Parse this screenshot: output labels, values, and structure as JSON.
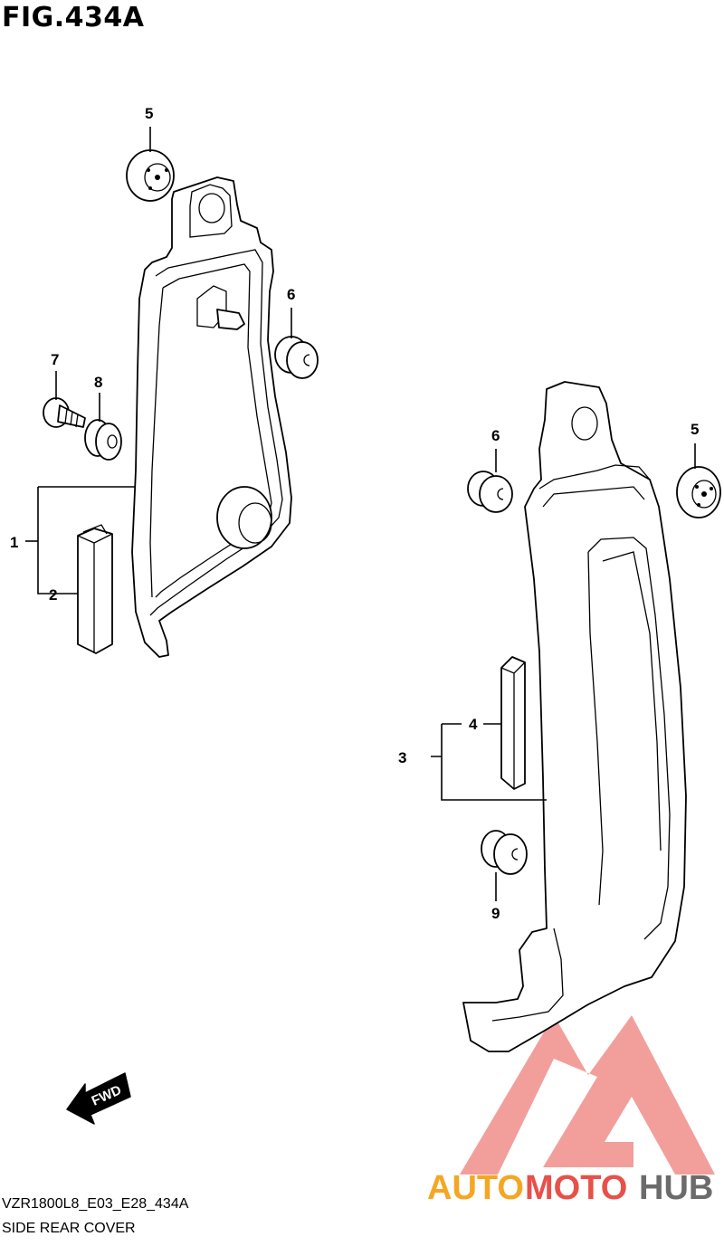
{
  "figure": {
    "title": "FIG.434A"
  },
  "callouts": {
    "c1": "1",
    "c2": "2",
    "c3": "3",
    "c4": "4",
    "c5_left": "5",
    "c5_right": "5",
    "c6_left": "6",
    "c6_right": "6",
    "c7": "7",
    "c8": "8",
    "c9": "9"
  },
  "fwd_label": "FWD",
  "footer": {
    "code": "VZR1800L8_E03_E28_434A",
    "name": "SIDE REAR COVER"
  },
  "watermark": {
    "word1": "AUTO",
    "word2": "MOTO",
    "word3": "HUB",
    "color_orange": "#f5a623",
    "color_red": "#e8504a",
    "color_gray": "#6b6b6b"
  }
}
